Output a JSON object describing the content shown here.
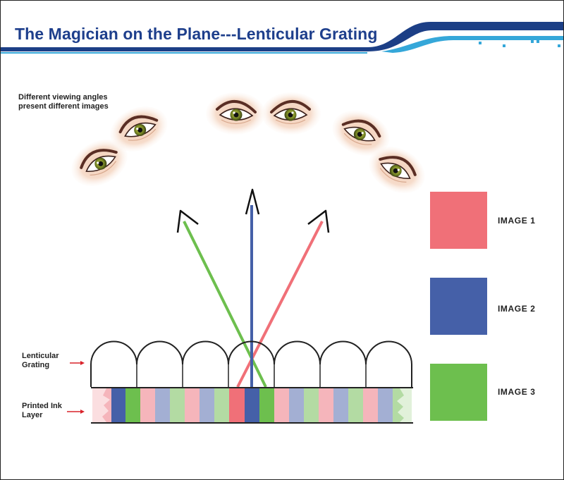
{
  "title": "The Magician on the Plane---Lenticular Grating",
  "caption": {
    "line1": "Different viewing angles",
    "line2": "present different images"
  },
  "labels": {
    "grating_line1": "Lenticular",
    "grating_line2": "Grating",
    "ink_line1": "Printed Ink",
    "ink_line2": "Layer"
  },
  "legend": [
    {
      "label": "IMAGE 1",
      "color": "#f07078"
    },
    {
      "label": "IMAGE 2",
      "color": "#4560a8"
    },
    {
      "label": "IMAGE 3",
      "color": "#6dbf4e"
    }
  ],
  "colors": {
    "title": "#1e3f8c",
    "banner_dark": "#1c3f86",
    "banner_light": "#35a7d9",
    "arrow_label": "#d9222a",
    "pale_red": "#f5b5bb",
    "pale_blue": "#a3afd3",
    "pale_green": "#b3dba3"
  },
  "icons": [
    "eye-icon",
    "arrow-right-icon",
    "arrow-up-icon"
  ]
}
